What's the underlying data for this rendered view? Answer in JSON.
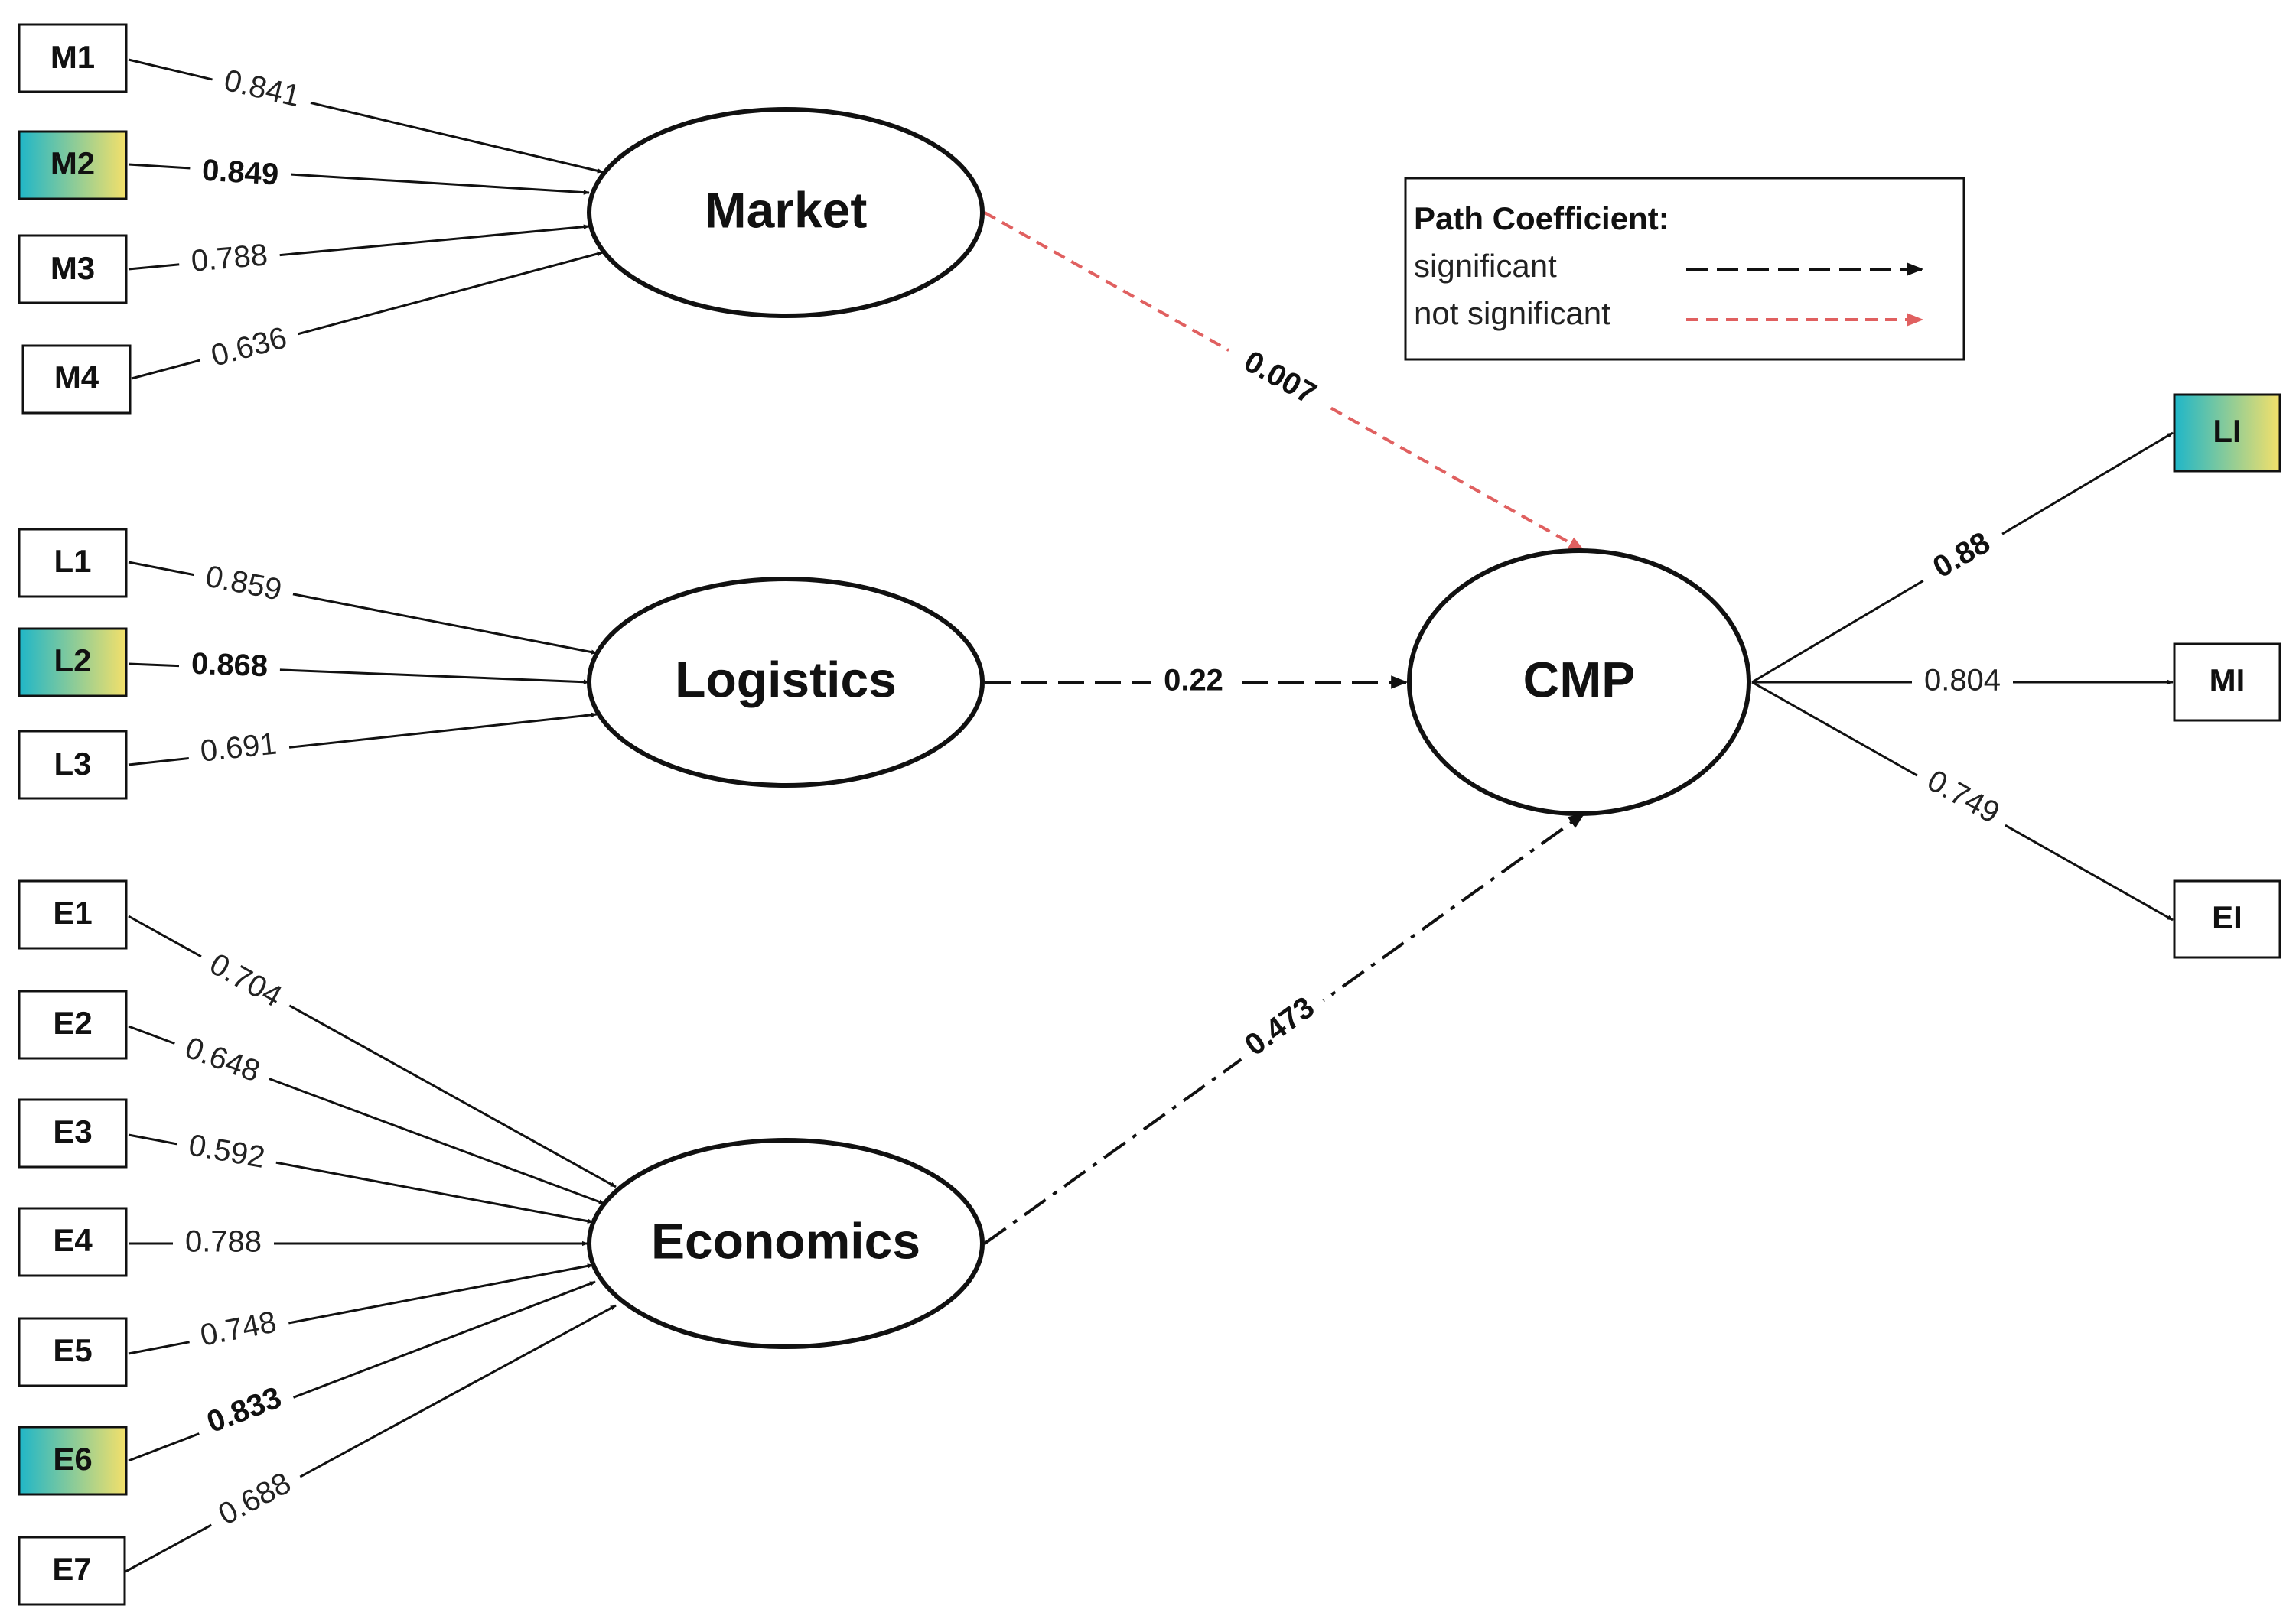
{
  "colors": {
    "stroke": "#111111",
    "not_significant": "#e06060",
    "highlight_start": "#1fb6c8",
    "highlight_end": "#f4e06a"
  },
  "latents": {
    "market": "Market",
    "logistics": "Logistics",
    "economics": "Economics",
    "cmp": "CMP"
  },
  "indicators": {
    "M1": "M1",
    "M2": "M2",
    "M3": "M3",
    "M4": "M4",
    "L1": "L1",
    "L2": "L2",
    "L3": "L3",
    "E1": "E1",
    "E2": "E2",
    "E3": "E3",
    "E4": "E4",
    "E5": "E5",
    "E6": "E6",
    "E7": "E7",
    "LI": "LI",
    "MI": "MI",
    "EI": "EI"
  },
  "highlighted_indicators": [
    "M2",
    "L2",
    "E6",
    "LI"
  ],
  "loadings": {
    "M1": "0.841",
    "M2": "0.849",
    "M3": "0.788",
    "M4": "0.636",
    "L1": "0.859",
    "L2": "0.868",
    "L3": "0.691",
    "E1": "0.704",
    "E2": "0.648",
    "E3": "0.592",
    "E4": "0.788",
    "E5": "0.748",
    "E6": "0.833",
    "E7": "0.688",
    "LI": "0.88",
    "MI": "0.804",
    "EI": "0.749"
  },
  "paths": {
    "market_cmp": {
      "value": "0.007",
      "significant": false
    },
    "logistics_cmp": {
      "value": "0.22",
      "significant": true
    },
    "economics_cmp": {
      "value": "0.473",
      "significant": true
    }
  },
  "legend": {
    "title": "Path Coefficient:",
    "significant": "significant",
    "not_significant": "not significant"
  }
}
